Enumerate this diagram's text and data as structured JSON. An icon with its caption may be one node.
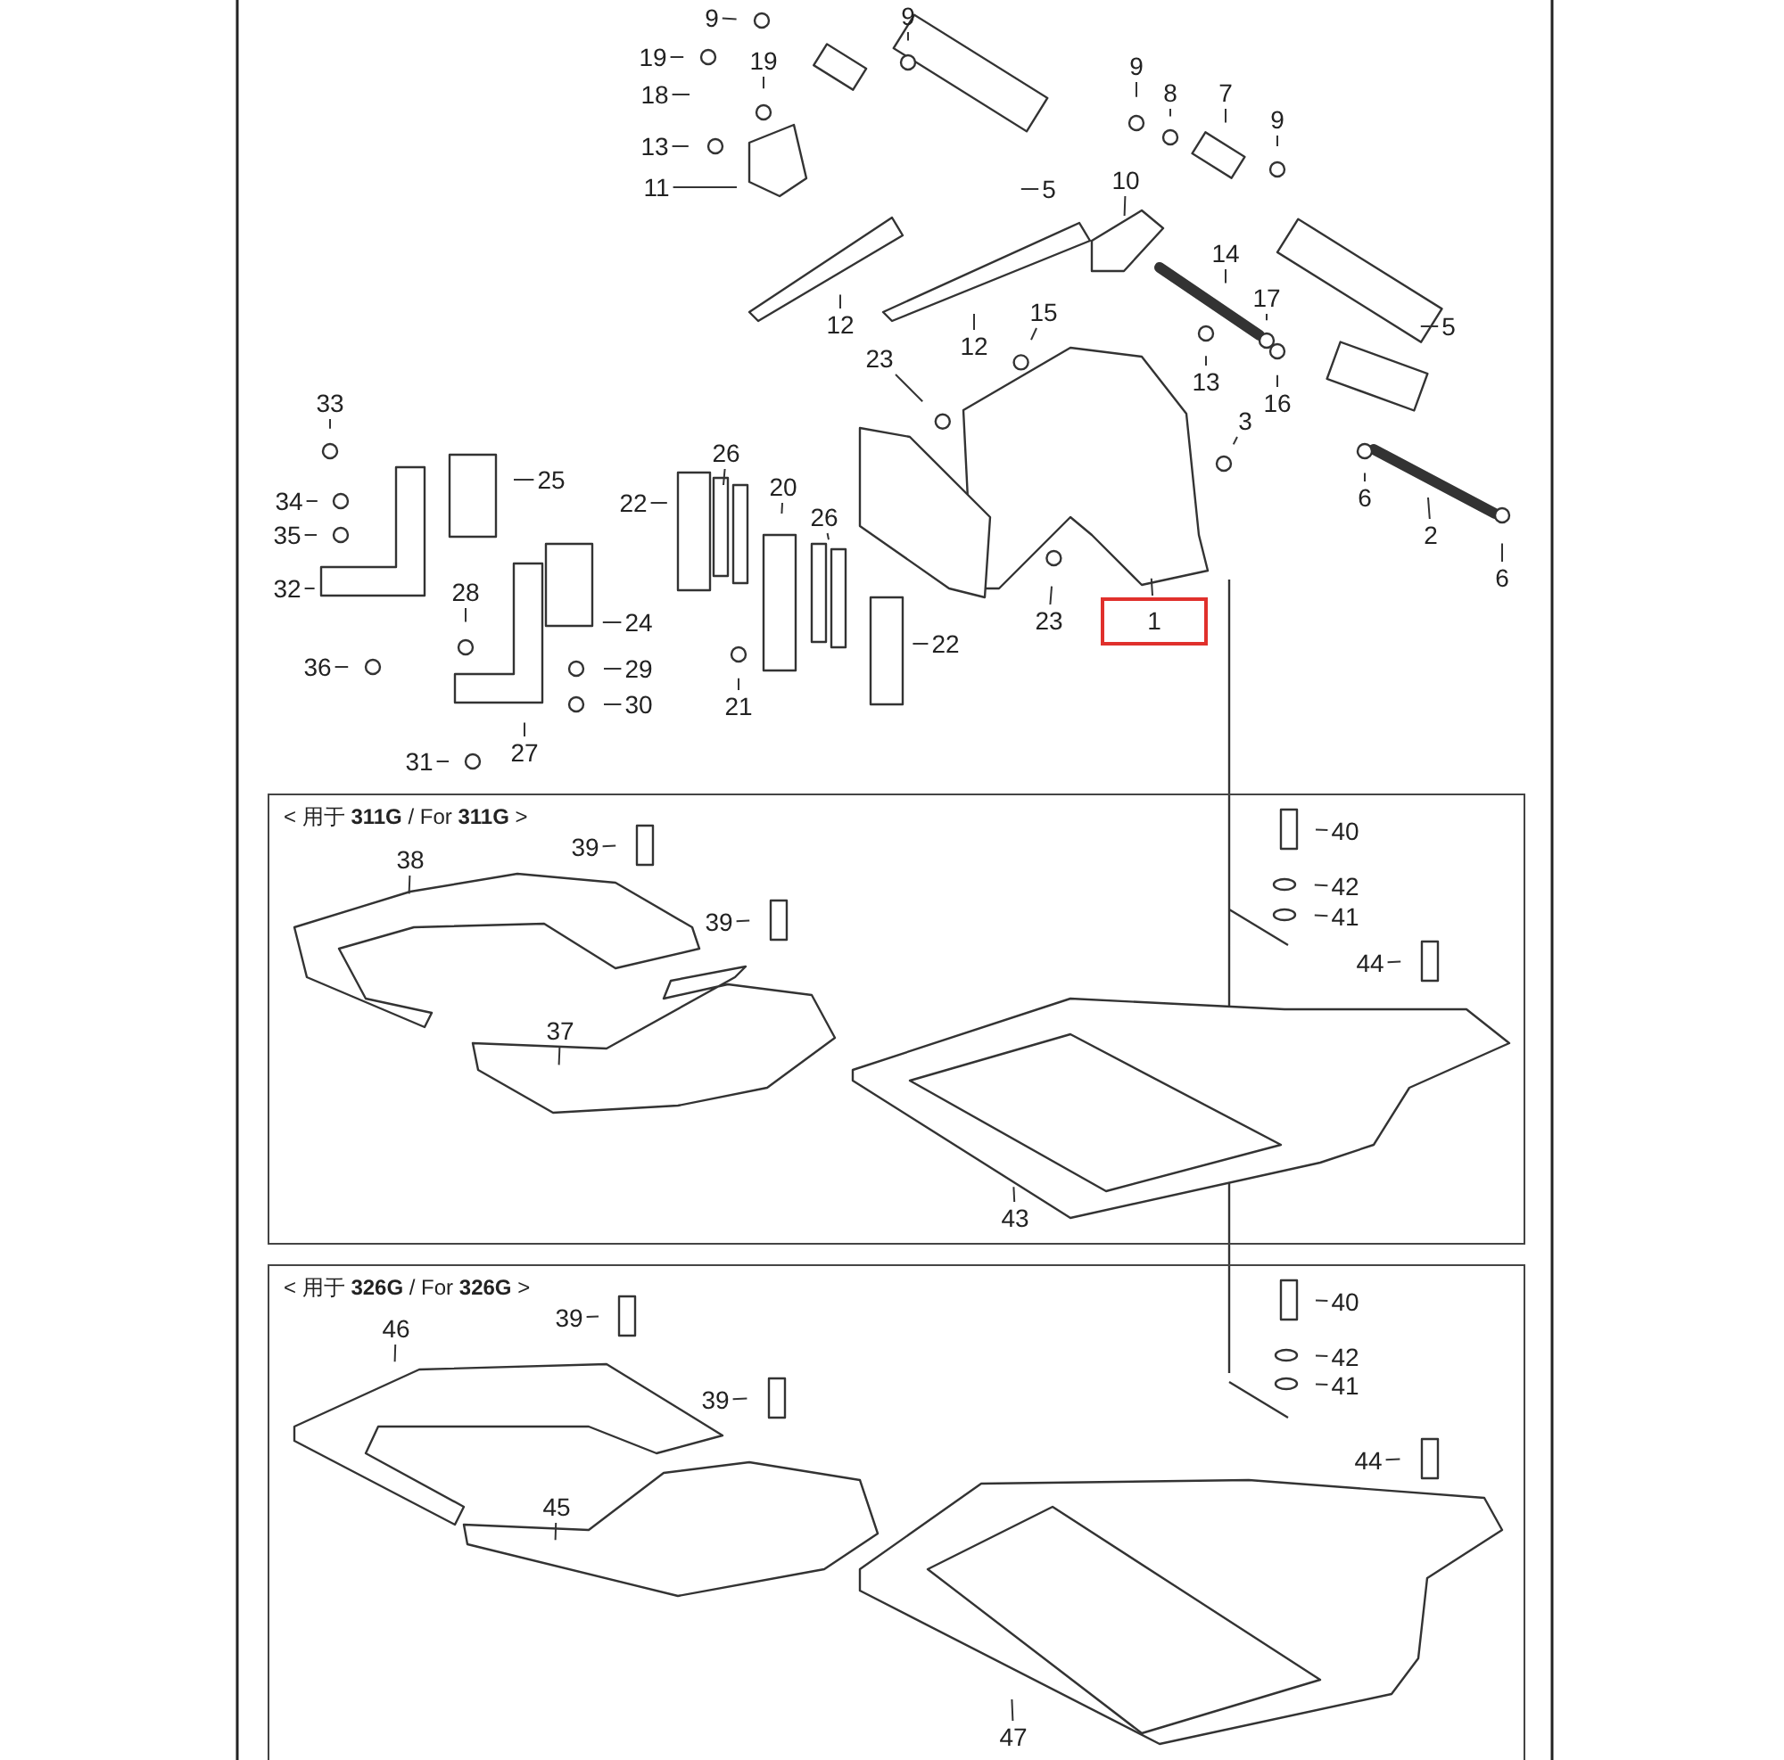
{
  "diagram": {
    "nodes": [
      {
        "text": [
          "9"
        ]
      },
      {
        "text": [
          "9"
        ]
      },
      {
        "text": [
          "19"
        ]
      },
      {
        "text": [
          "19"
        ]
      },
      {
        "text": [
          "18"
        ]
      },
      {
        "text": [
          "13"
        ]
      },
      {
        "text": [
          "11"
        ]
      },
      {
        "text": [
          "5"
        ]
      },
      {
        "text": [
          "9"
        ]
      },
      {
        "text": [
          "8"
        ]
      },
      {
        "text": [
          "7"
        ]
      },
      {
        "text": [
          "9"
        ]
      },
      {
        "text": [
          "10"
        ]
      },
      {
        "text": [
          "14"
        ]
      },
      {
        "text": [
          "17"
        ]
      },
      {
        "text": [
          "5"
        ]
      },
      {
        "text": [
          "12"
        ]
      },
      {
        "text": [
          "12"
        ]
      },
      {
        "text": [
          "15"
        ]
      },
      {
        "text": [
          "13"
        ]
      },
      {
        "text": [
          "16"
        ]
      },
      {
        "text": [
          "23"
        ]
      },
      {
        "text": [
          "3"
        ]
      },
      {
        "text": [
          "6"
        ]
      },
      {
        "text": [
          "2"
        ]
      },
      {
        "text": [
          "6"
        ]
      },
      {
        "text": [
          "33"
        ]
      },
      {
        "text": [
          "25"
        ]
      },
      {
        "text": [
          "34"
        ]
      },
      {
        "text": [
          "35"
        ]
      },
      {
        "text": [
          "32"
        ]
      },
      {
        "text": [
          "22"
        ]
      },
      {
        "text": [
          "26"
        ]
      },
      {
        "text": [
          "20"
        ]
      },
      {
        "text": [
          "26"
        ]
      },
      {
        "text": [
          "22"
        ]
      },
      {
        "text": [
          "28"
        ]
      },
      {
        "text": [
          "24"
        ]
      },
      {
        "text": [
          "36"
        ]
      },
      {
        "text": [
          "29"
        ]
      },
      {
        "text": [
          "30"
        ]
      },
      {
        "text": [
          "21"
        ]
      },
      {
        "text": [
          "31"
        ]
      },
      {
        "text": [
          "27"
        ]
      },
      {
        "text": [
          "23"
        ]
      },
      {
        "text": [
          "1"
        ]
      },
      {
        "text": [
          "< 用于 **311G** / For **311G** >"
        ]
      },
      {
        "text": [
          "39"
        ],
        "in": 46
      },
      {
        "text": [
          "38"
        ],
        "in": 46
      },
      {
        "text": [
          "39"
        ],
        "in": 46
      },
      {
        "text": [
          "37"
        ],
        "in": 46
      },
      {
        "text": [
          "40"
        ],
        "in": 46
      },
      {
        "text": [
          "42"
        ],
        "in": 46
      },
      {
        "text": [
          "41"
        ],
        "in": 46
      },
      {
        "text": [
          "44"
        ],
        "in": 46
      },
      {
        "text": [
          "43"
        ],
        "in": 46
      },
      {
        "text": [
          "< 用于 **326G** / For **326G** >"
        ]
      },
      {
        "text": [
          "39"
        ],
        "in": 56
      },
      {
        "text": [
          "46"
        ],
        "in": 56
      },
      {
        "text": [
          "39"
        ],
        "in": 56
      },
      {
        "text": [
          "45"
        ],
        "in": 56
      },
      {
        "text": [
          "40"
        ],
        "in": 56
      },
      {
        "text": [
          "42"
        ],
        "in": 56
      },
      {
        "text": [
          "41"
        ],
        "in": 56
      },
      {
        "text": [
          "44"
        ],
        "in": 56
      },
      {
        "text": [
          "47"
        ],
        "in": 56
      }
    ],
    "edges": [
      {
        "from": 0,
        "to": null,
        "arrow": "none"
      },
      {
        "from": 1,
        "to": null,
        "arrow": "none"
      },
      {
        "from": 2,
        "to": null,
        "arrow": "none"
      },
      {
        "from": 3,
        "to": null,
        "arrow": "none"
      },
      {
        "from": 4,
        "to": null,
        "arrow": "none"
      },
      {
        "from": 5,
        "to": null,
        "arrow": "none"
      },
      {
        "from": 6,
        "to": null,
        "arrow": "none"
      },
      {
        "from": 7,
        "to": null,
        "arrow": "none"
      },
      {
        "from": 8,
        "to": null,
        "arrow": "none"
      },
      {
        "from": 9,
        "to": null,
        "arrow": "none"
      },
      {
        "from": 10,
        "to": null,
        "arrow": "none"
      },
      {
        "from": 11,
        "to": null,
        "arrow": "none"
      },
      {
        "from": 12,
        "to": null,
        "arrow": "none"
      },
      {
        "from": 13,
        "to": null,
        "arrow": "none"
      },
      {
        "from": 14,
        "to": null,
        "arrow": "none"
      },
      {
        "from": 15,
        "to": null,
        "arrow": "none"
      },
      {
        "from": 16,
        "to": null,
        "arrow": "none"
      },
      {
        "from": 17,
        "to": null,
        "arrow": "none"
      },
      {
        "from": 18,
        "to": null,
        "arrow": "none"
      },
      {
        "from": 19,
        "to": null,
        "arrow": "none"
      },
      {
        "from": 20,
        "to": null,
        "arrow": "none"
      },
      {
        "from": 21,
        "to": null,
        "arrow": "none"
      },
      {
        "from": 22,
        "to": null,
        "arrow": "none"
      },
      {
        "from": 23,
        "to": null,
        "arrow": "none"
      },
      {
        "from": 24,
        "to": null,
        "arrow": "none"
      },
      {
        "from": 25,
        "to": null,
        "arrow": "none"
      },
      {
        "from": 26,
        "to": null,
        "arrow": "none"
      },
      {
        "from": 27,
        "to": null,
        "arrow": "none"
      },
      {
        "from": 28,
        "to": null,
        "arrow": "none"
      },
      {
        "from": 29,
        "to": null,
        "arrow": "none"
      },
      {
        "from": 30,
        "to": null,
        "arrow": "none"
      },
      {
        "from": 31,
        "to": null,
        "arrow": "none"
      },
      {
        "from": 32,
        "to": null,
        "arrow": "none"
      },
      {
        "from": 33,
        "to": null,
        "arrow": "none"
      },
      {
        "from": 34,
        "to": null,
        "arrow": "none"
      },
      {
        "from": 35,
        "to": null,
        "arrow": "none"
      },
      {
        "from": 36,
        "to": null,
        "arrow": "none"
      },
      {
        "from": 37,
        "to": null,
        "arrow": "none"
      },
      {
        "from": 38,
        "to": null,
        "arrow": "none"
      },
      {
        "from": 39,
        "to": null,
        "arrow": "none"
      },
      {
        "from": 40,
        "to": null,
        "arrow": "none"
      },
      {
        "from": 41,
        "to": null,
        "arrow": "none"
      },
      {
        "from": 42,
        "to": null,
        "arrow": "none"
      },
      {
        "from": 43,
        "to": null,
        "arrow": "none"
      },
      {
        "from": 44,
        "to": null,
        "arrow": "none"
      },
      {
        "from": 45,
        "to": null,
        "arrow": "none"
      },
      {
        "from": 47,
        "to": null,
        "arrow": "none"
      },
      {
        "from": 48,
        "to": null,
        "arrow": "none"
      },
      {
        "from": 49,
        "to": null,
        "arrow": "none"
      },
      {
        "from": 50,
        "to": null,
        "arrow": "none"
      },
      {
        "from": 51,
        "to": null,
        "arrow": "none"
      },
      {
        "from": 52,
        "to": null,
        "arrow": "none"
      },
      {
        "from": 53,
        "to": null,
        "arrow": "none"
      },
      {
        "from": 54,
        "to": null,
        "arrow": "none"
      },
      {
        "from": 55,
        "to": null,
        "arrow": "none"
      },
      {
        "from": 57,
        "to": null,
        "arrow": "none"
      },
      {
        "from": 58,
        "to": null,
        "arrow": "none"
      },
      {
        "from": 59,
        "to": null,
        "arrow": "none"
      },
      {
        "from": 60,
        "to": null,
        "arrow": "none"
      },
      {
        "from": 61,
        "to": null,
        "arrow": "none"
      },
      {
        "from": 62,
        "to": null,
        "arrow": "none"
      },
      {
        "from": 63,
        "to": null,
        "arrow": "none"
      },
      {
        "from": 64,
        "to": null,
        "arrow": "none"
      },
      {
        "from": 65,
        "to": null,
        "arrow": "none"
      }
    ]
  }
}
